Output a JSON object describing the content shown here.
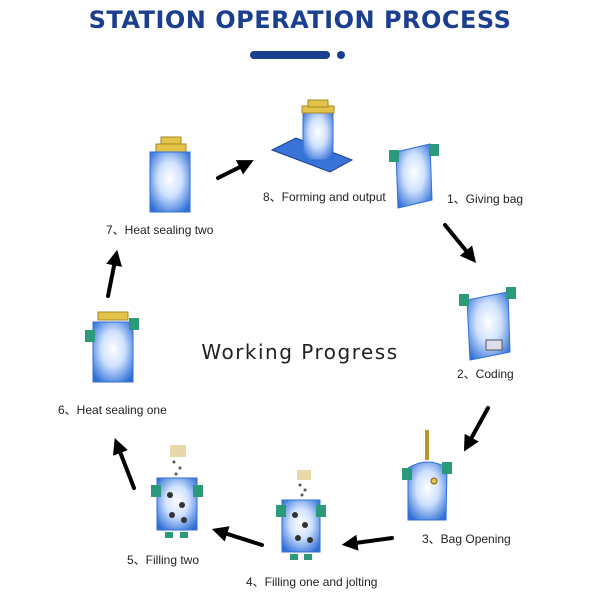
{
  "title": "STATION OPERATION PROCESS",
  "center_label": "Working Progress",
  "steps": [
    {
      "label": "1、Giving bag"
    },
    {
      "label": "2、Coding"
    },
    {
      "label": "3、Bag Opening"
    },
    {
      "label": "4、Filling one and jolting"
    },
    {
      "label": "5、Filling two"
    },
    {
      "label": "6、Heat sealing one"
    },
    {
      "label": "7、Heat sealing two"
    },
    {
      "label": "8、Forming and output"
    }
  ],
  "colors": {
    "title": "#1a3f8f",
    "bag_light": "#e8f2ff",
    "bag_dark": "#2f6fd6",
    "clip": "#2a9a7a",
    "sealer": "#e3c34a",
    "arrow": "#000000"
  }
}
